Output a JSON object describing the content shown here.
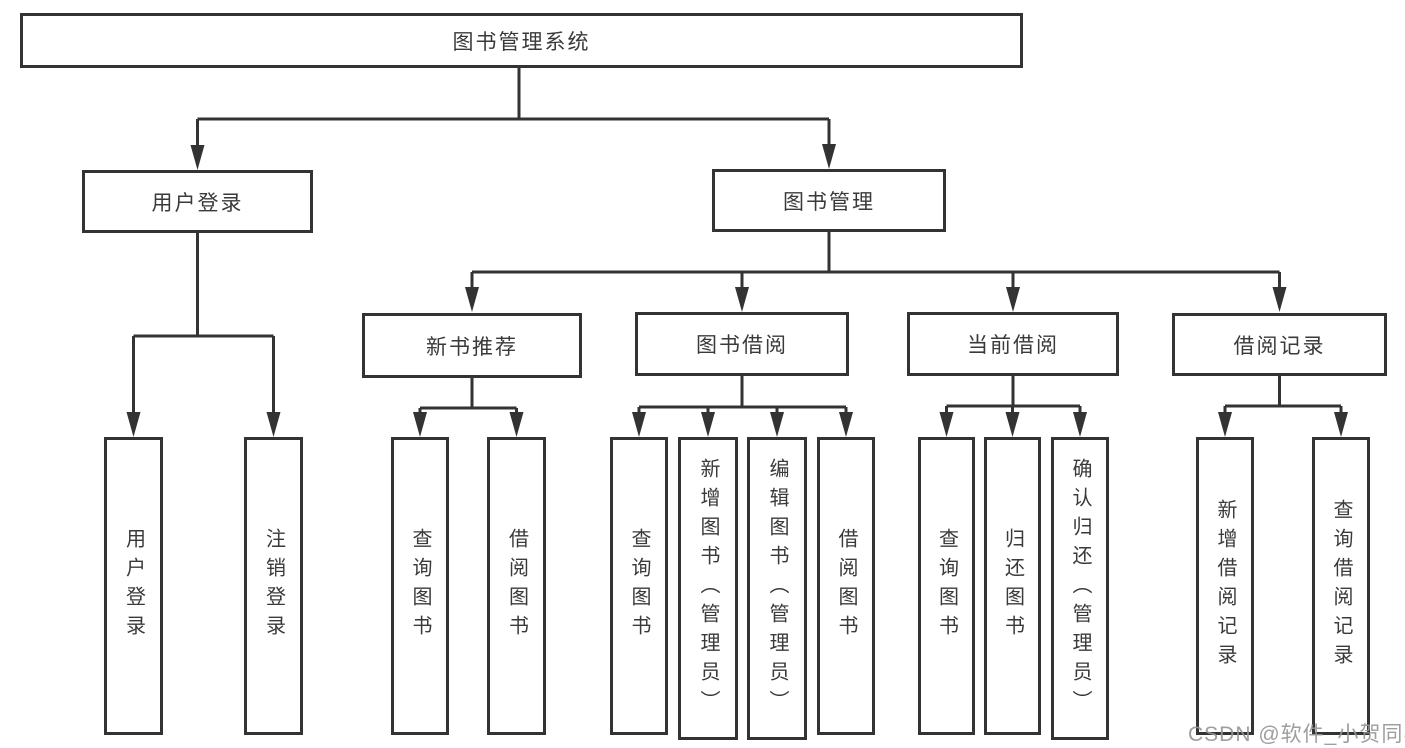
{
  "diagram": {
    "title": "图书管理系统",
    "level2": {
      "user_login": "用户登录",
      "book_mgmt": "图书管理"
    },
    "level3": {
      "new_book": "新书推荐",
      "book_borrow": "图书借阅",
      "current_borrow": "当前借阅",
      "borrow_record": "借阅记录"
    },
    "leaves": {
      "user_login": "用户登录",
      "logout": "注销登录",
      "nb_query": "查询图书",
      "nb_borrow": "借阅图书",
      "bb_query": "查询图书",
      "bb_add": "新增图书（管理员）",
      "bb_edit": "编辑图书（管理员）",
      "bb_borrow": "借阅图书",
      "cb_query": "查询图书",
      "cb_return": "归还图书",
      "cb_confirm": "确认归还（管理员）",
      "br_add": "新增借阅记录",
      "br_query": "查询借阅记录"
    }
  },
  "watermark": {
    "text": "CSDN @软件_小贺同学"
  },
  "colors": {
    "line": "#333333",
    "box_border": "#333333",
    "text": "#3a3a3a",
    "watermark": "#969696",
    "background": "#ffffff"
  }
}
